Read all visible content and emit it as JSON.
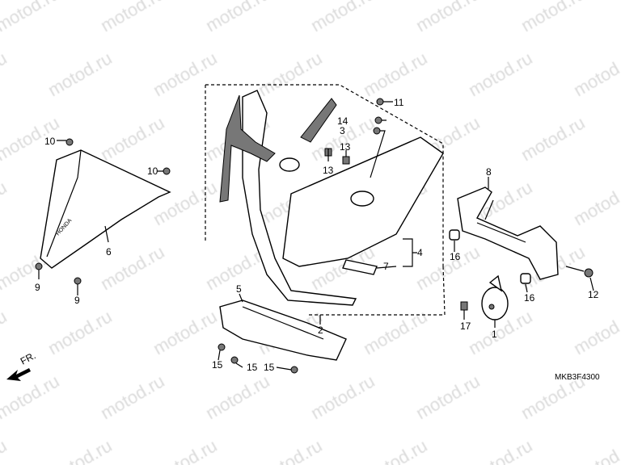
{
  "watermark": "motod.ru",
  "diagram_code": "MKB3F4300",
  "front_arrow_label": "FR.",
  "windscreen_logo": "HONDA",
  "callouts": [
    "11",
    "14",
    "3",
    "13",
    "13",
    "10",
    "10",
    "6",
    "9",
    "9",
    "8",
    "16",
    "4",
    "7",
    "2",
    "5",
    "15",
    "15",
    "15",
    "16",
    "12",
    "17",
    "1"
  ]
}
